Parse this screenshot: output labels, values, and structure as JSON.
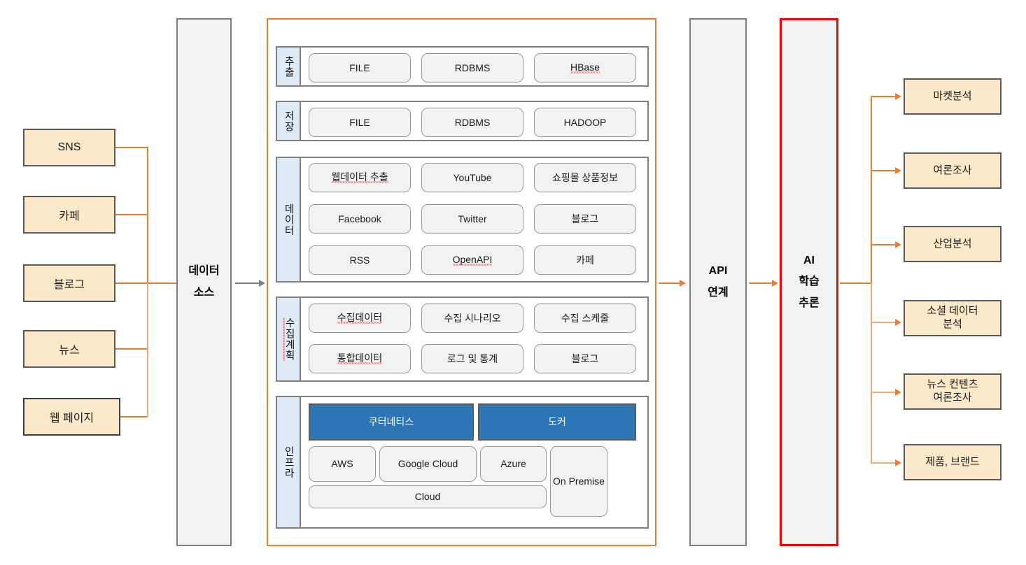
{
  "sources": {
    "title": "data-sources",
    "items": [
      {
        "label": "SNS"
      },
      {
        "label": "카페"
      },
      {
        "label": "블로그"
      },
      {
        "label": "뉴스"
      },
      {
        "label": "웹 페이지"
      }
    ]
  },
  "data_source_pillar": {
    "line1": "데이터",
    "line2": "소스"
  },
  "api_pillar": {
    "line1": "API",
    "line2": "연계"
  },
  "ai_pillar": {
    "line1": "AI",
    "line2": "학습",
    "line3": "추론"
  },
  "panel": {
    "sections": [
      {
        "label": "추출",
        "label_spell_error": false,
        "chips": [
          {
            "label": "FILE",
            "spell_error": false
          },
          {
            "label": "RDBMS",
            "spell_error": false
          },
          {
            "label": "HBase",
            "spell_error": true
          }
        ]
      },
      {
        "label": "저장",
        "label_spell_error": false,
        "chips": [
          {
            "label": "FILE",
            "spell_error": false
          },
          {
            "label": "RDBMS",
            "spell_error": false
          },
          {
            "label": "HADOOP",
            "spell_error": false
          }
        ]
      },
      {
        "label": "데이터",
        "label_spell_error": false,
        "chips": [
          {
            "label": "웹데이터 추출",
            "spell_error": true
          },
          {
            "label": "YouTube",
            "spell_error": false
          },
          {
            "label": "쇼핑몰 상품정보",
            "spell_error": false
          },
          {
            "label": "Facebook",
            "spell_error": false
          },
          {
            "label": "Twitter",
            "spell_error": false
          },
          {
            "label": "블로그",
            "spell_error": false
          },
          {
            "label": "RSS",
            "spell_error": false
          },
          {
            "label": "OpenAPI",
            "spell_error": true
          },
          {
            "label": "카페",
            "spell_error": false
          }
        ]
      },
      {
        "label": "수집계획",
        "label_spell_error": true,
        "chips": [
          {
            "label": "수집데이터",
            "spell_error": true
          },
          {
            "label": "수집 시나리오",
            "spell_error": false
          },
          {
            "label": "수집 스케줄",
            "spell_error": false
          },
          {
            "label": "통합데이터",
            "spell_error": true
          },
          {
            "label": "로그 및 통계",
            "spell_error": false
          },
          {
            "label": "블로그",
            "spell_error": false
          }
        ]
      },
      {
        "label": "인프라",
        "label_spell_error": false,
        "chips": [
          {
            "label": "쿠터네티스",
            "spell_error": false,
            "style": "blue"
          },
          {
            "label": "도커",
            "spell_error": false,
            "style": "blue"
          },
          {
            "label": "AWS",
            "spell_error": false
          },
          {
            "label": "Google Cloud",
            "spell_error": false
          },
          {
            "label": "Azure",
            "spell_error": false
          },
          {
            "label": "On Premise",
            "spell_error": false
          },
          {
            "label": "Cloud",
            "spell_error": false
          }
        ]
      }
    ]
  },
  "outputs": {
    "items": [
      {
        "label": "마켓분석"
      },
      {
        "label": "여론조사"
      },
      {
        "label": "산업분석"
      },
      {
        "label": "소셜 데이터\n분석"
      },
      {
        "label": "뉴스 컨텐츠\n여론조사"
      },
      {
        "label": "제품, 브랜드"
      }
    ]
  },
  "colors": {
    "accent_orange": "#ED7D31",
    "source_fill": "#FCE9C9",
    "pillar_fill": "#F2F2F2",
    "section_label_fill": "#DEEAF6",
    "chip_fill": "#F2F2F2",
    "container_blue": "#2E75B6",
    "ai_border_red": "#FF0000"
  }
}
